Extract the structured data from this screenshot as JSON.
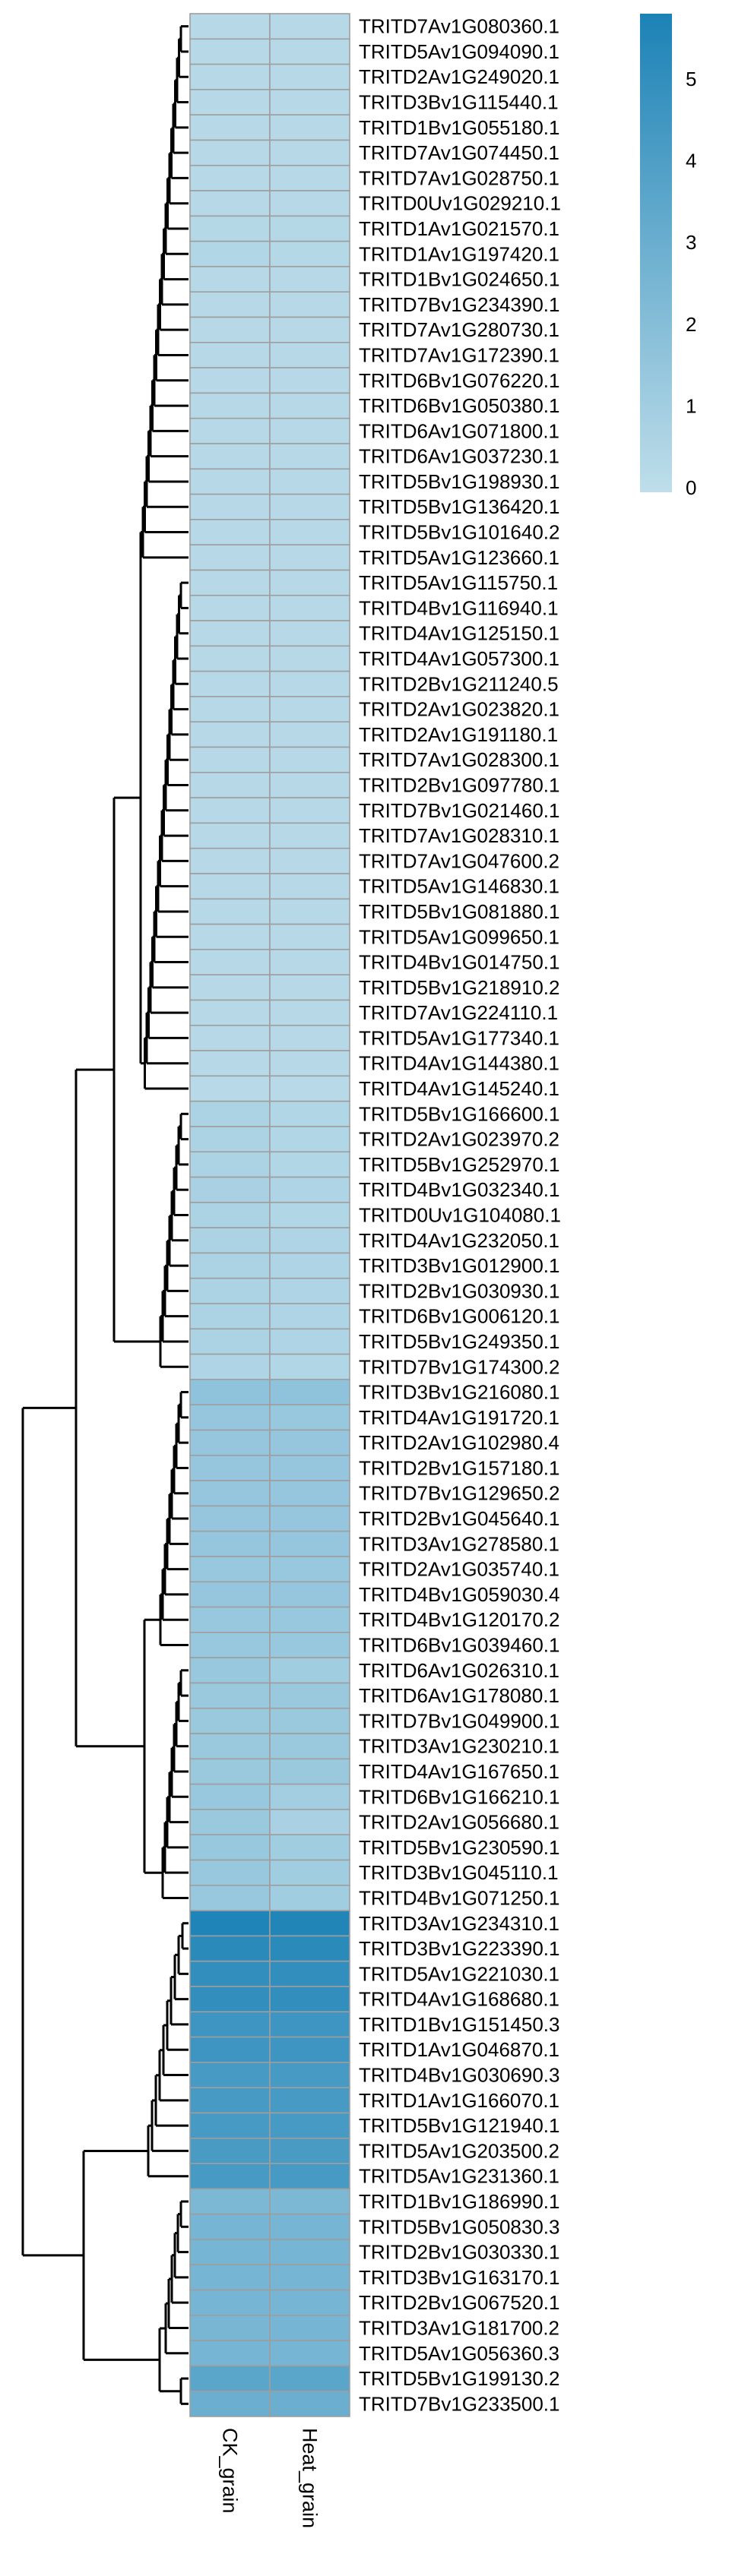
{
  "chart_data": {
    "type": "heatmap",
    "columns": [
      "CK_grain",
      "Heat_grain"
    ],
    "rows": [
      {
        "gene": "TRITD7Av1G080360.1",
        "values": [
          0.3,
          0.3
        ]
      },
      {
        "gene": "TRITD5Av1G094090.1",
        "values": [
          0.3,
          0.3
        ]
      },
      {
        "gene": "TRITD2Av1G249020.1",
        "values": [
          0.3,
          0.3
        ]
      },
      {
        "gene": "TRITD3Bv1G115440.1",
        "values": [
          0.3,
          0.3
        ]
      },
      {
        "gene": "TRITD1Bv1G055180.1",
        "values": [
          0.3,
          0.3
        ]
      },
      {
        "gene": "TRITD7Av1G074450.1",
        "values": [
          0.3,
          0.3
        ]
      },
      {
        "gene": "TRITD7Av1G028750.1",
        "values": [
          0.3,
          0.3
        ]
      },
      {
        "gene": "TRITD0Uv1G029210.1",
        "values": [
          0.3,
          0.3
        ]
      },
      {
        "gene": "TRITD1Av1G021570.1",
        "values": [
          0.35,
          0.35
        ]
      },
      {
        "gene": "TRITD1Av1G197420.1",
        "values": [
          0.5,
          0.35
        ]
      },
      {
        "gene": "TRITD1Bv1G024650.1",
        "values": [
          0.3,
          0.3
        ]
      },
      {
        "gene": "TRITD7Bv1G234390.1",
        "values": [
          0.3,
          0.3
        ]
      },
      {
        "gene": "TRITD7Av1G280730.1",
        "values": [
          0.3,
          0.3
        ]
      },
      {
        "gene": "TRITD7Av1G172390.1",
        "values": [
          0.3,
          0.3
        ]
      },
      {
        "gene": "TRITD6Bv1G076220.1",
        "values": [
          0.3,
          0.3
        ]
      },
      {
        "gene": "TRITD6Bv1G050380.1",
        "values": [
          0.3,
          0.3
        ]
      },
      {
        "gene": "TRITD6Av1G071800.1",
        "values": [
          0.3,
          0.3
        ]
      },
      {
        "gene": "TRITD6Av1G037230.1",
        "values": [
          0.3,
          0.3
        ]
      },
      {
        "gene": "TRITD5Bv1G198930.1",
        "values": [
          0.3,
          0.3
        ]
      },
      {
        "gene": "TRITD5Bv1G136420.1",
        "values": [
          0.3,
          0.3
        ]
      },
      {
        "gene": "TRITD5Bv1G101640.2",
        "values": [
          0.3,
          0.3
        ]
      },
      {
        "gene": "TRITD5Av1G123660.1",
        "values": [
          0.3,
          0.3
        ]
      },
      {
        "gene": "TRITD5Av1G115750.1",
        "values": [
          0.3,
          0.3
        ]
      },
      {
        "gene": "TRITD4Bv1G116940.1",
        "values": [
          0.3,
          0.3
        ]
      },
      {
        "gene": "TRITD4Av1G125150.1",
        "values": [
          0.3,
          0.3
        ]
      },
      {
        "gene": "TRITD4Av1G057300.1",
        "values": [
          0.3,
          0.3
        ]
      },
      {
        "gene": "TRITD2Bv1G211240.5",
        "values": [
          0.3,
          0.3
        ]
      },
      {
        "gene": "TRITD2Av1G023820.1",
        "values": [
          0.3,
          0.3
        ]
      },
      {
        "gene": "TRITD2Av1G191180.1",
        "values": [
          0.3,
          0.3
        ]
      },
      {
        "gene": "TRITD7Av1G028300.1",
        "values": [
          0.3,
          0.3
        ]
      },
      {
        "gene": "TRITD2Bv1G097780.1",
        "values": [
          0.3,
          0.3
        ]
      },
      {
        "gene": "TRITD7Bv1G021460.1",
        "values": [
          0.3,
          0.3
        ]
      },
      {
        "gene": "TRITD7Av1G028310.1",
        "values": [
          0.3,
          0.3
        ]
      },
      {
        "gene": "TRITD7Av1G047600.2",
        "values": [
          0.3,
          0.3
        ]
      },
      {
        "gene": "TRITD5Av1G146830.1",
        "values": [
          0.3,
          0.3
        ]
      },
      {
        "gene": "TRITD5Bv1G081880.1",
        "values": [
          0.3,
          0.3
        ]
      },
      {
        "gene": "TRITD5Av1G099650.1",
        "values": [
          0.3,
          0.3
        ]
      },
      {
        "gene": "TRITD4Bv1G014750.1",
        "values": [
          0.3,
          0.3
        ]
      },
      {
        "gene": "TRITD5Bv1G218910.2",
        "values": [
          0.3,
          0.3
        ]
      },
      {
        "gene": "TRITD7Av1G224110.1",
        "values": [
          0.3,
          0.3
        ]
      },
      {
        "gene": "TRITD5Av1G177340.1",
        "values": [
          0.3,
          0.3
        ]
      },
      {
        "gene": "TRITD4Av1G144380.1",
        "values": [
          0.3,
          0.3
        ]
      },
      {
        "gene": "TRITD4Av1G145240.1",
        "values": [
          0.25,
          0.25
        ]
      },
      {
        "gene": "TRITD5Bv1G166600.1",
        "values": [
          0.7,
          0.5
        ]
      },
      {
        "gene": "TRITD2Av1G023970.2",
        "values": [
          0.7,
          0.5
        ]
      },
      {
        "gene": "TRITD5Bv1G252970.1",
        "values": [
          0.7,
          0.5
        ]
      },
      {
        "gene": "TRITD4Bv1G032340.1",
        "values": [
          0.8,
          0.6
        ]
      },
      {
        "gene": "TRITD0Uv1G104080.1",
        "values": [
          0.7,
          0.5
        ]
      },
      {
        "gene": "TRITD4Av1G232050.1",
        "values": [
          0.7,
          0.6
        ]
      },
      {
        "gene": "TRITD3Bv1G012900.1",
        "values": [
          0.7,
          0.6
        ]
      },
      {
        "gene": "TRITD2Bv1G030930.1",
        "values": [
          0.7,
          0.6
        ]
      },
      {
        "gene": "TRITD6Bv1G006120.1",
        "values": [
          0.7,
          0.6
        ]
      },
      {
        "gene": "TRITD5Bv1G249350.1",
        "values": [
          0.7,
          0.6
        ]
      },
      {
        "gene": "TRITD7Bv1G174300.2",
        "values": [
          0.6,
          0.5
        ]
      },
      {
        "gene": "TRITD3Bv1G216080.1",
        "values": [
          1.7,
          1.7
        ]
      },
      {
        "gene": "TRITD4Av1G191720.1",
        "values": [
          1.5,
          1.4
        ]
      },
      {
        "gene": "TRITD2Av1G102980.4",
        "values": [
          1.5,
          1.5
        ]
      },
      {
        "gene": "TRITD2Bv1G157180.1",
        "values": [
          1.5,
          1.5
        ]
      },
      {
        "gene": "TRITD7Bv1G129650.2",
        "values": [
          1.5,
          1.5
        ]
      },
      {
        "gene": "TRITD2Bv1G045640.1",
        "values": [
          1.5,
          1.5
        ]
      },
      {
        "gene": "TRITD3Av1G278580.1",
        "values": [
          1.5,
          1.5
        ]
      },
      {
        "gene": "TRITD2Av1G035740.1",
        "values": [
          1.4,
          1.4
        ]
      },
      {
        "gene": "TRITD4Bv1G059030.4",
        "values": [
          1.5,
          1.5
        ]
      },
      {
        "gene": "TRITD4Bv1G120170.2",
        "values": [
          1.4,
          1.4
        ]
      },
      {
        "gene": "TRITD6Bv1G039460.1",
        "values": [
          1.4,
          1.4
        ]
      },
      {
        "gene": "TRITD6Av1G026310.1",
        "values": [
          1.4,
          1.1
        ]
      },
      {
        "gene": "TRITD6Av1G178080.1",
        "values": [
          1.3,
          1.3
        ]
      },
      {
        "gene": "TRITD7Bv1G049900.1",
        "values": [
          1.3,
          1.3
        ]
      },
      {
        "gene": "TRITD3Av1G230210.1",
        "values": [
          1.3,
          1.3
        ]
      },
      {
        "gene": "TRITD4Av1G167650.1",
        "values": [
          1.3,
          1.3
        ]
      },
      {
        "gene": "TRITD6Bv1G166210.1",
        "values": [
          1.4,
          1.0
        ]
      },
      {
        "gene": "TRITD2Av1G056680.1",
        "values": [
          1.3,
          0.8
        ]
      },
      {
        "gene": "TRITD5Bv1G230590.1",
        "values": [
          1.4,
          1.1
        ]
      },
      {
        "gene": "TRITD3Bv1G045110.1",
        "values": [
          1.4,
          1.1
        ]
      },
      {
        "gene": "TRITD4Bv1G071250.1",
        "values": [
          1.4,
          1.1
        ]
      },
      {
        "gene": "TRITD3Av1G234310.1",
        "values": [
          5.7,
          5.6
        ]
      },
      {
        "gene": "TRITD3Bv1G223390.1",
        "values": [
          5.3,
          5.3
        ]
      },
      {
        "gene": "TRITD5Av1G221030.1",
        "values": [
          5.0,
          5.0
        ]
      },
      {
        "gene": "TRITD4Av1G168680.1",
        "values": [
          5.0,
          5.0
        ]
      },
      {
        "gene": "TRITD1Bv1G151450.3",
        "values": [
          4.6,
          4.6
        ]
      },
      {
        "gene": "TRITD1Av1G046870.1",
        "values": [
          4.6,
          4.6
        ]
      },
      {
        "gene": "TRITD4Bv1G030690.3",
        "values": [
          4.3,
          4.3
        ]
      },
      {
        "gene": "TRITD1Av1G166070.1",
        "values": [
          4.3,
          4.3
        ]
      },
      {
        "gene": "TRITD5Bv1G121940.1",
        "values": [
          4.3,
          4.3
        ]
      },
      {
        "gene": "TRITD5Av1G203500.2",
        "values": [
          4.2,
          4.2
        ]
      },
      {
        "gene": "TRITD5Av1G231360.1",
        "values": [
          4.3,
          4.3
        ]
      },
      {
        "gene": "TRITD1Bv1G186990.1",
        "values": [
          2.4,
          2.4
        ]
      },
      {
        "gene": "TRITD5Bv1G050830.3",
        "values": [
          2.6,
          2.6
        ]
      },
      {
        "gene": "TRITD2Bv1G030330.1",
        "values": [
          2.6,
          2.6
        ]
      },
      {
        "gene": "TRITD3Bv1G163170.1",
        "values": [
          2.6,
          2.6
        ]
      },
      {
        "gene": "TRITD2Bv1G067520.1",
        "values": [
          2.6,
          2.6
        ]
      },
      {
        "gene": "TRITD3Av1G181700.2",
        "values": [
          2.5,
          2.6
        ]
      },
      {
        "gene": "TRITD5Av1G056360.3",
        "values": [
          2.6,
          2.6
        ]
      },
      {
        "gene": "TRITD5Bv1G199130.2",
        "values": [
          3.6,
          3.6
        ]
      },
      {
        "gene": "TRITD7Bv1G233500.1",
        "values": [
          3.0,
          3.0
        ]
      }
    ],
    "legend": {
      "ticks": [
        "0",
        "1",
        "2",
        "3",
        "4",
        "5"
      ],
      "min": 0,
      "max": 5.8,
      "low_color": "#bfdeea",
      "high_color": "#1c82b6"
    },
    "grid_color": "#9e9e9e",
    "row_dendrogram": true
  }
}
